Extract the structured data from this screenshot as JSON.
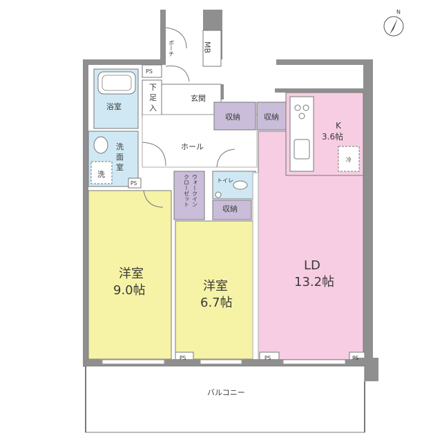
{
  "compass": {
    "letter": "N"
  },
  "rooms": {
    "porch": "ポーチ",
    "mb": "MB",
    "ps": "PS",
    "shoe_closet": [
      "下",
      "足",
      "入"
    ],
    "entrance": "玄関",
    "bathroom": "浴室",
    "washroom": [
      "洗",
      "面",
      "室"
    ],
    "wash_machine": "洗",
    "hall": "ホール",
    "storage": "収納",
    "walk_in_closet": [
      "ウォークイン",
      "クローゼット"
    ],
    "toilet": "トイレ",
    "kitchen": {
      "name": "K",
      "size": "3.6帖"
    },
    "fridge": "冷",
    "bedroom1": {
      "name": "洋室",
      "size": "9.0帖"
    },
    "bedroom2": {
      "name": "洋室",
      "size": "6.7帖"
    },
    "ld": {
      "name": "LD",
      "size": "13.2帖"
    },
    "balcony": "バルコニー"
  },
  "colors": {
    "wall": "#8f8f8f",
    "bedroom": "#f6f3a6",
    "ld": "#f6cde2",
    "storage": "#c9bdd9",
    "wet_area": "#cfe8f4",
    "floor": "#ffffff"
  }
}
